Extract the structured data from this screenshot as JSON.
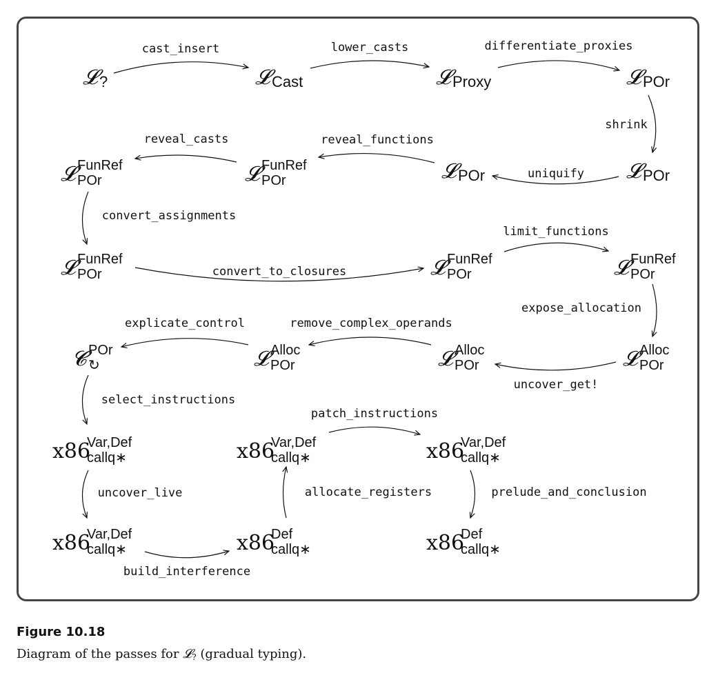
{
  "figure": {
    "title": "Figure 10.18",
    "caption_prefix": "Diagram of the passes for ",
    "caption_symbol": "𝓛",
    "caption_symbol_sub": "?",
    "caption_suffix": " (gradual typing)."
  },
  "nodes": [
    {
      "id": "lq",
      "base": "𝓛",
      "sub": "?",
      "sup": ""
    },
    {
      "id": "lcast",
      "base": "𝓛",
      "sub": "Cast",
      "sup": ""
    },
    {
      "id": "lproxy",
      "base": "𝓛",
      "sub": "Proxy",
      "sup": ""
    },
    {
      "id": "lpor1",
      "base": "𝓛",
      "sub": "POr",
      "sup": ""
    },
    {
      "id": "lpor2",
      "base": "𝓛",
      "sub": "POr",
      "sup": ""
    },
    {
      "id": "lpor3",
      "base": "𝓛",
      "sub": "POr",
      "sup": ""
    },
    {
      "id": "lfr1",
      "base": "𝓛",
      "sub": "POr",
      "sup": "FunRef"
    },
    {
      "id": "lfr2",
      "base": "𝓛",
      "sub": "POr",
      "sup": "FunRef"
    },
    {
      "id": "lfr3",
      "base": "𝓛",
      "sub": "POr",
      "sup": "FunRef"
    },
    {
      "id": "lfr4",
      "base": "𝓛",
      "sub": "POr",
      "sup": "FunRef"
    },
    {
      "id": "lfr5",
      "base": "𝓛",
      "sub": "POr",
      "sup": "FunRef"
    },
    {
      "id": "la1",
      "base": "𝓛",
      "sub": "POr",
      "sup": "Alloc"
    },
    {
      "id": "la2",
      "base": "𝓛",
      "sub": "POr",
      "sup": "Alloc"
    },
    {
      "id": "la3",
      "base": "𝓛",
      "sub": "POr",
      "sup": "Alloc"
    },
    {
      "id": "cpor",
      "base": "𝓒",
      "sub": "↻",
      "sup": "POr"
    },
    {
      "id": "x1",
      "base": "x86",
      "sub": "callq∗",
      "sup": "Var,Def"
    },
    {
      "id": "x2",
      "base": "x86",
      "sub": "callq∗",
      "sup": "Var,Def"
    },
    {
      "id": "x3",
      "base": "x86",
      "sub": "callq∗",
      "sup": "Var,Def"
    },
    {
      "id": "x4",
      "base": "x86",
      "sub": "callq∗",
      "sup": "Def"
    },
    {
      "id": "x5",
      "base": "x86",
      "sub": "callq∗",
      "sup": "Var,Def"
    },
    {
      "id": "x6",
      "base": "x86",
      "sub": "callq∗",
      "sup": "Def"
    }
  ],
  "edges": [
    {
      "from": "lq",
      "to": "lcast",
      "label": "cast_insert"
    },
    {
      "from": "lcast",
      "to": "lproxy",
      "label": "lower_casts"
    },
    {
      "from": "lproxy",
      "to": "lpor1",
      "label": "differentiate_proxies"
    },
    {
      "from": "lpor1",
      "to": "lpor2",
      "label": "shrink"
    },
    {
      "from": "lpor2",
      "to": "lpor3",
      "label": "uniquify"
    },
    {
      "from": "lpor3",
      "to": "lfr2",
      "label": "reveal_functions"
    },
    {
      "from": "lfr2",
      "to": "lfr1",
      "label": "reveal_casts"
    },
    {
      "from": "lfr1",
      "to": "lfr3",
      "label": "convert_assignments"
    },
    {
      "from": "lfr3",
      "to": "lfr4",
      "label": "convert_to_closures"
    },
    {
      "from": "lfr4",
      "to": "lfr5",
      "label": "limit_functions"
    },
    {
      "from": "lfr5",
      "to": "la3",
      "label": "expose_allocation"
    },
    {
      "from": "la3",
      "to": "la2",
      "label": "uncover_get!"
    },
    {
      "from": "la2",
      "to": "la1",
      "label": "remove_complex_operands"
    },
    {
      "from": "la1",
      "to": "cpor",
      "label": "explicate_control"
    },
    {
      "from": "cpor",
      "to": "x1",
      "label": "select_instructions"
    },
    {
      "from": "x1",
      "to": "x5",
      "label": "uncover_live"
    },
    {
      "from": "x5",
      "to": "x6",
      "label": "build_interference"
    },
    {
      "from": "x6",
      "to": "x2",
      "label": "allocate_registers"
    },
    {
      "from": "x2",
      "to": "x3",
      "label": "patch_instructions"
    },
    {
      "from": "x3",
      "to": "x4",
      "label": "prelude_and_conclusion"
    }
  ]
}
